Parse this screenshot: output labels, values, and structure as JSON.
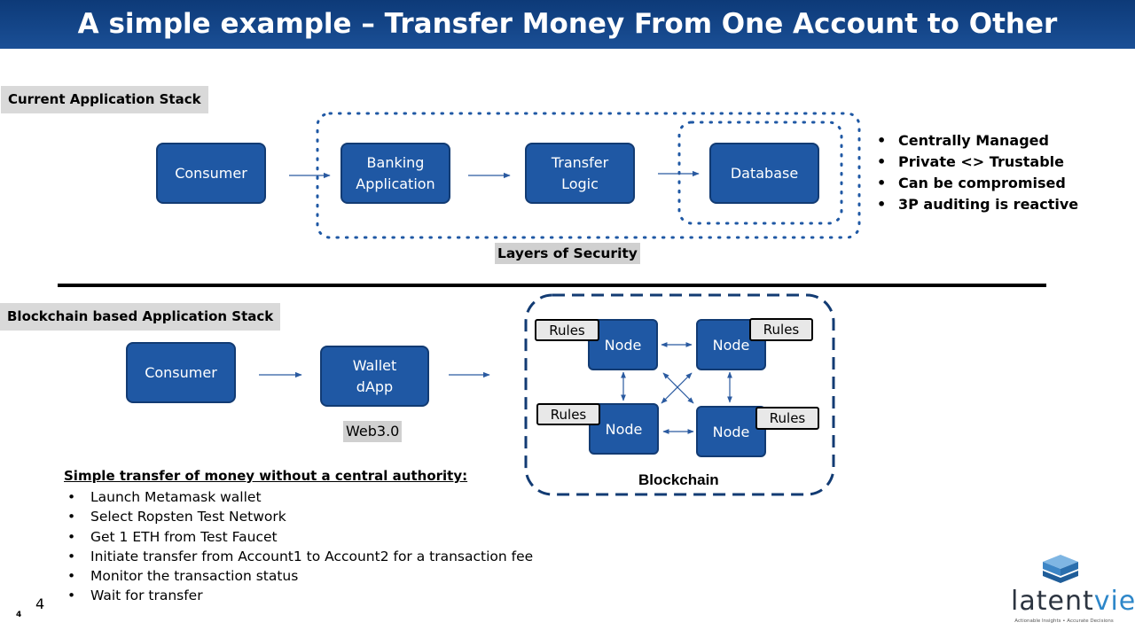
{
  "title": "A simple example – Transfer Money From One Account to Other",
  "current_stack": {
    "label": "Current Application Stack",
    "boxes": [
      "Consumer",
      "Banking\nApplication",
      "Transfer\nLogic",
      "Database"
    ],
    "security_label": "Layers of Security",
    "bullets": [
      "Centrally Managed",
      "Private <> Trustable",
      "Can be compromised",
      "3P auditing is reactive"
    ]
  },
  "blockchain_stack": {
    "label": "Blockchain based Application Stack",
    "boxes": [
      "Consumer",
      "Wallet\ndApp"
    ],
    "web_tag": "Web3.0",
    "node_label": "Node",
    "rules_label": "Rules",
    "blockchain_label": "Blockchain"
  },
  "steps": {
    "heading": "Simple transfer of money without a central authority:",
    "items": [
      "Launch Metamask wallet",
      "Select Ropsten Test Network",
      "Get 1 ETH from Test Faucet",
      "Initiate transfer from Account1 to Account2 for a transaction fee",
      "Monitor the transaction status",
      "Wait for transfer"
    ]
  },
  "page_number": "4",
  "page_number_small": "4",
  "logo": {
    "name": "latentview-logo-icon",
    "text_a": "latent",
    "text_b": "view",
    "tagline": "Actionable Insights • Accurate Decisions"
  },
  "colors": {
    "title_bar": "#1a4f96",
    "box": "#1f58a4",
    "border": "#123b73",
    "label_bg": "#d9d9d9"
  }
}
